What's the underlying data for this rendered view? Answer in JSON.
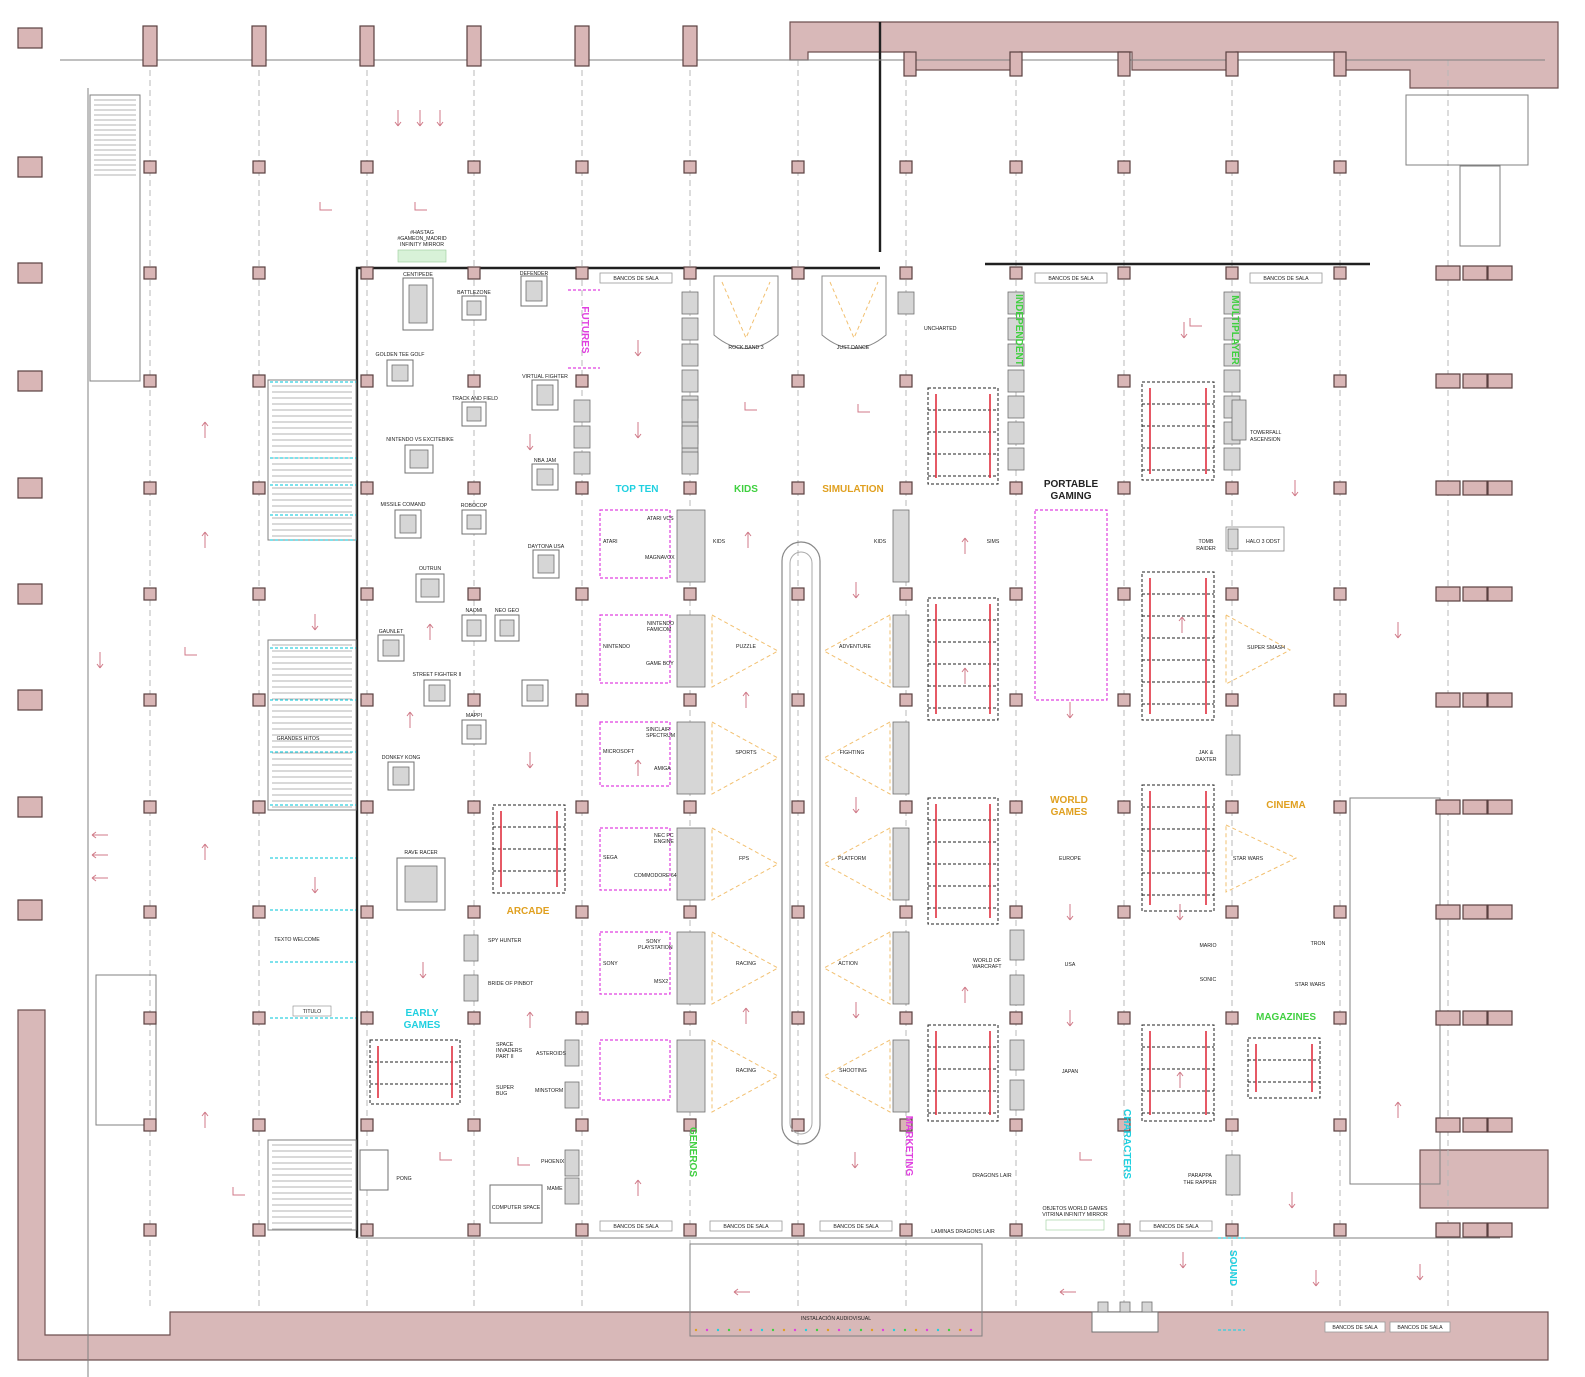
{
  "sections": [
    {
      "id": "futures",
      "text": "FUTURES",
      "color": "#e040e0",
      "vertical": true
    },
    {
      "id": "independent",
      "text": "INDEPENDENT",
      "color": "#40d040",
      "vertical": true
    },
    {
      "id": "multiplayer",
      "text": "MULTIPLAYER",
      "color": "#40d040",
      "vertical": true
    },
    {
      "id": "top-ten",
      "text": "TOP TEN",
      "color": "#20d0e0"
    },
    {
      "id": "kids",
      "text": "KIDS",
      "color": "#40d040"
    },
    {
      "id": "simulation",
      "text": "SIMULATION",
      "color": "#e0a020"
    },
    {
      "id": "portable-gaming-1",
      "text": "PORTABLE",
      "color": "#222222"
    },
    {
      "id": "portable-gaming-2",
      "text": "GAMING",
      "color": "#222222"
    },
    {
      "id": "world-games-1",
      "text": "WORLD",
      "color": "#e0a020"
    },
    {
      "id": "world-games-2",
      "text": "GAMES",
      "color": "#e0a020"
    },
    {
      "id": "cinema",
      "text": "CINEMA",
      "color": "#e0a020"
    },
    {
      "id": "arcade",
      "text": "ARCADE",
      "color": "#e0a020"
    },
    {
      "id": "early-games-1",
      "text": "EARLY",
      "color": "#20d0e0"
    },
    {
      "id": "early-games-2",
      "text": "GAMES",
      "color": "#20d0e0"
    },
    {
      "id": "magazines",
      "text": "MAGAZINES",
      "color": "#40d040"
    },
    {
      "id": "generos",
      "text": "GENEROS",
      "color": "#40d040",
      "vertical": true
    },
    {
      "id": "marketing",
      "text": "MARKETING",
      "color": "#e040e0",
      "vertical": true
    },
    {
      "id": "characters",
      "text": "CHARACTERS",
      "color": "#20d0e0",
      "vertical": true
    },
    {
      "id": "sound",
      "text": "SOUND",
      "color": "#20d0e0",
      "vertical": true
    }
  ],
  "labels": {
    "hashtag_1": "#HASTAG",
    "hashtag_2": "#GAMEON_MADRID",
    "hashtag_3": "INFINITY MIRROR",
    "centipede": "CENTIPEDE",
    "battlezone": "BATTLEZONE",
    "defender": "DEFENDER",
    "golden_tee": "GOLDEN TEE GOLF",
    "virtual_fighter": "VIRTUAL FIGHTER",
    "track_field": "TRACK AND FIELD",
    "nintendo_vs": "NINTENDO VS EXCITEBIKE",
    "nba_jam": "NBA JAM",
    "missile": "MISSILE COMAND",
    "robocop": "ROBOCOP",
    "daytona": "DAYTONA USA",
    "outrun": "OUTRUN",
    "naomi": "NAOMI",
    "neo_geo": "NEO GEO",
    "gaunlet": "GAUNLET",
    "street_fighter": "STREET FIGHTER II",
    "mappi": "MAPPI",
    "grandes_hitos": "GRANDES HITOS",
    "donkey_kong": "DONKEY KONG",
    "rave_racer": "RAVE RACER",
    "texto_welcome": "TEXTO WELCOME",
    "titulo": "TITULO",
    "spy_hunter": "SPY HUNTER",
    "bride_pinbot": "BRIDE OF PINBOT",
    "space_invaders_1": "SPACE",
    "space_invaders_2": "INVADERS",
    "space_invaders_3": "PART II",
    "asteroids": "ASTEROIDS",
    "super_bug_1": "SUPER",
    "super_bug_2": "BUG",
    "minstorm": "MINSTORM",
    "phoenix": "PHOENIX",
    "mame": "MAME",
    "computer_space": "COMPUTER SPACE",
    "pong": "PONG",
    "atari_vcs": "ATARI VCS",
    "atari": "ATARI",
    "magnavox": "MAGNAVOX",
    "kids_left": "KIDS",
    "kids_right": "KIDS",
    "nintendo_famicom_1": "NINTENDO",
    "nintendo_famicom_2": "FAMICOM",
    "nintendo": "NINTENDO",
    "game_boy": "GAME BOY",
    "sinclair_1": "SINCLAIR",
    "sinclair_2": "SPECTRUM",
    "microsoft": "MICROSOFT",
    "amiga": "AMIGA",
    "nec_1": "NEC PC",
    "nec_2": "ENGINE",
    "sega": "SEGA",
    "commodore": "COMMODORE 64",
    "sony_ps_1": "SONY",
    "sony_ps_2": "PLAYSTATION",
    "sony": "SONY",
    "msx2": "MSX2",
    "rock_band": "ROCK BAND 3",
    "just_dance": "JUST DANCE",
    "uncharted": "UNCHARTED",
    "puzzle": "PUZZLE",
    "adventure": "ADVENTURE",
    "sports": "SPORTS",
    "fighting": "FIGHTING",
    "fps": "FPS",
    "platform": "PLATFORM",
    "racing": "RACING",
    "action": "ACTION",
    "racing2": "RACING",
    "shooting": "SHOOTING",
    "sims": "SIMS",
    "towerfall_1": "TOWERFALL",
    "towerfall_2": "ASCENSION",
    "tomb_raider_1": "TOMB",
    "tomb_raider_2": "RAIDER",
    "halo": "HALO 3 ODST",
    "super_smash": "SUPER SMASH",
    "jak_1": "JAK &",
    "jak_2": "DAXTER",
    "star_wars": "STAR WARS",
    "europe": "EUROPE",
    "world_of_warcraft_1": "WORLD OF",
    "world_of_warcraft_2": "WARCRAFT",
    "usa": "USA",
    "japan": "JAPAN",
    "mario": "MARIO",
    "sonic": "SONIC",
    "tron": "TRON",
    "star_wars_2": "STAR WARS",
    "dragons_lair": "DRAGONS LAIR",
    "parappa_1": "PARAPPA",
    "parappa_2": "THE RAPPER",
    "objetos_world_1": "OBJETOS WORLD GAMES",
    "objetos_world_2": "VITRINA INFINITY MIRROR",
    "laminas_dragons": "LAMINAS DRAGONS LAIR",
    "instalacion": "INSTALACIÓN AUDIOVISUAL",
    "bancos": "BANCOS DE SALA"
  }
}
